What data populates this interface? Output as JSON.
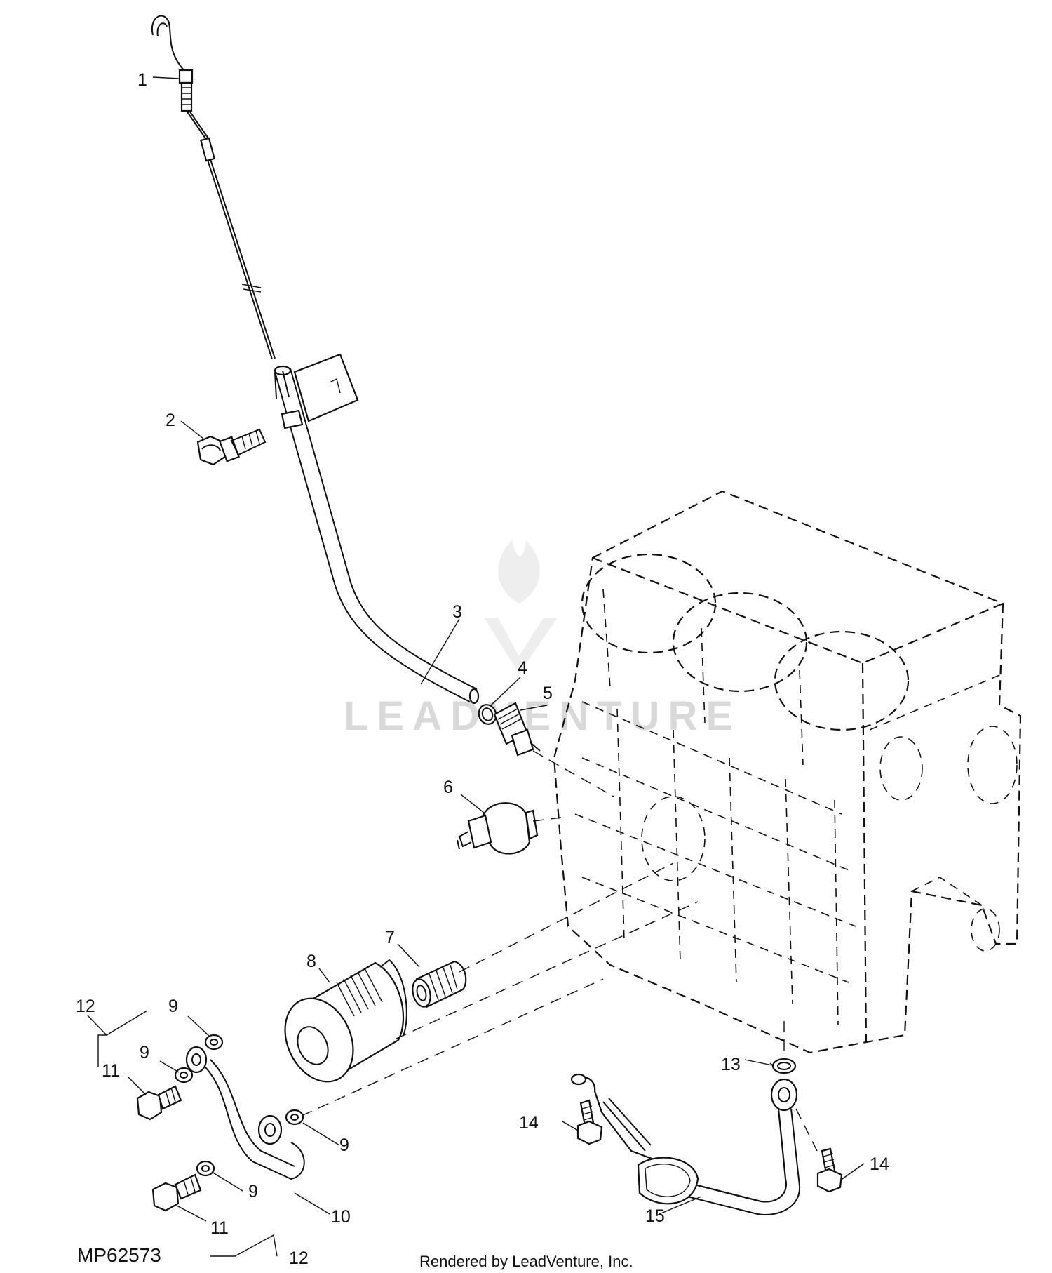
{
  "diagram_code": "MP62573",
  "credit": "Rendered by LeadVenture, Inc.",
  "watermark": "LEADVENTURE",
  "callouts": [
    {
      "id": "c1",
      "label": "1"
    },
    {
      "id": "c2",
      "label": "2"
    },
    {
      "id": "c3",
      "label": "3"
    },
    {
      "id": "c4",
      "label": "4"
    },
    {
      "id": "c5",
      "label": "5"
    },
    {
      "id": "c6",
      "label": "6"
    },
    {
      "id": "c7",
      "label": "7"
    },
    {
      "id": "c8",
      "label": "8"
    },
    {
      "id": "c9a",
      "label": "9"
    },
    {
      "id": "c9b",
      "label": "9"
    },
    {
      "id": "c9c",
      "label": "9"
    },
    {
      "id": "c9d",
      "label": "9"
    },
    {
      "id": "c10",
      "label": "10"
    },
    {
      "id": "c11a",
      "label": "11"
    },
    {
      "id": "c11b",
      "label": "11"
    },
    {
      "id": "c12a",
      "label": "12"
    },
    {
      "id": "c12b",
      "label": "12"
    },
    {
      "id": "c13",
      "label": "13"
    },
    {
      "id": "c14a",
      "label": "14"
    },
    {
      "id": "c14b",
      "label": "14"
    },
    {
      "id": "c15",
      "label": "15"
    }
  ]
}
